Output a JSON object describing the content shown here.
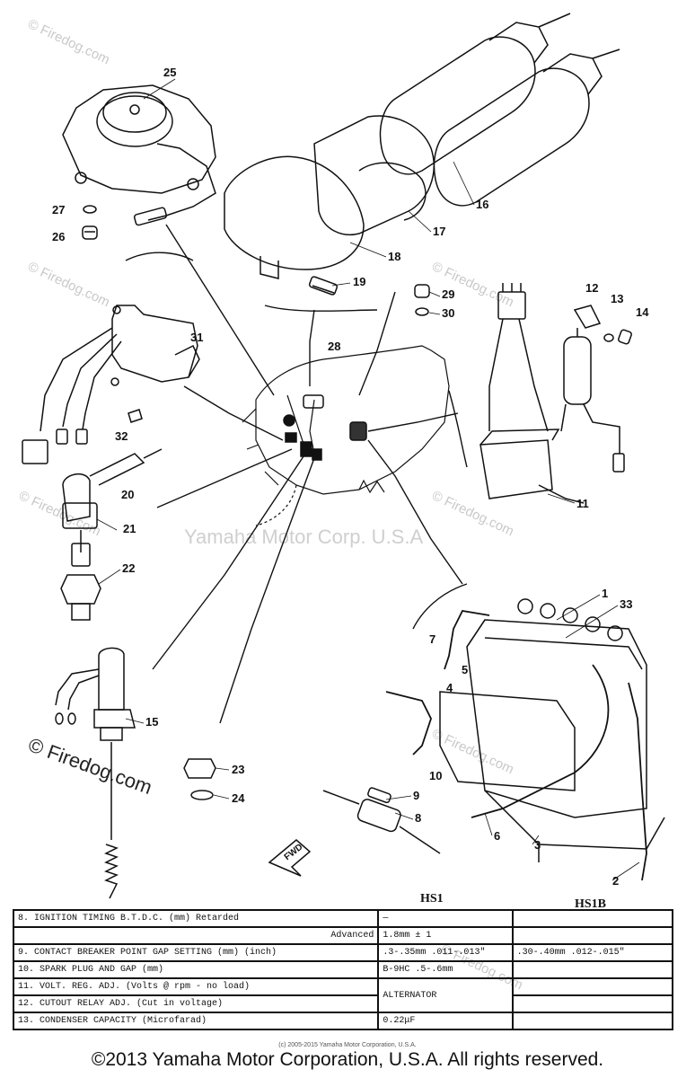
{
  "watermarks": {
    "firedog": "© Firedog.com",
    "center": "Yamaha Motor Corp. U.S.A"
  },
  "callouts": [
    "1",
    "2",
    "3",
    "4",
    "5",
    "6",
    "7",
    "8",
    "9",
    "10",
    "11",
    "12",
    "13",
    "14",
    "15",
    "16",
    "17",
    "18",
    "19",
    "20",
    "21",
    "22",
    "23",
    "24",
    "25",
    "26",
    "27",
    "28",
    "29",
    "30",
    "31",
    "32",
    "33"
  ],
  "fwd_label": "FWD",
  "spec_table": {
    "header_hs1": "HS1",
    "header_hs1b": "HS1B",
    "rows": [
      {
        "label": "8.  IGNITION TIMING B.T.D.C. (mm) Retarded",
        "hs1": "—",
        "hs1b": ""
      },
      {
        "label": "Advanced",
        "hs1": "1.8mm ± 1",
        "hs1b": ""
      },
      {
        "label": "9.  CONTACT BREAKER POINT GAP SETTING (mm) (inch)",
        "hs1": ".3-.35mm .011-.013\"",
        "hs1b": ".30-.40mm .012-.015\""
      },
      {
        "label": "10.  SPARK PLUG AND GAP (mm)",
        "hs1": "B-9HC .5-.6mm",
        "hs1b": ""
      },
      {
        "label": "11.  VOLT. REG. ADJ. (Volts @ rpm - no load)",
        "hs1": "ALTERNATOR",
        "hs1b": ""
      },
      {
        "label": "12.  CUTOUT RELAY ADJ. (Cut in voltage)",
        "hs1": "",
        "hs1b": ""
      },
      {
        "label": "13.  CONDENSER CAPACITY (Microfarad)",
        "hs1": "0.22μF",
        "hs1b": ""
      }
    ]
  },
  "small_copyright": "(c) 2005-2015 Yamaha Motor Corporation, U.S.A.",
  "footer": "©2013 Yamaha Motor Corporation, U.S.A. All rights reserved."
}
